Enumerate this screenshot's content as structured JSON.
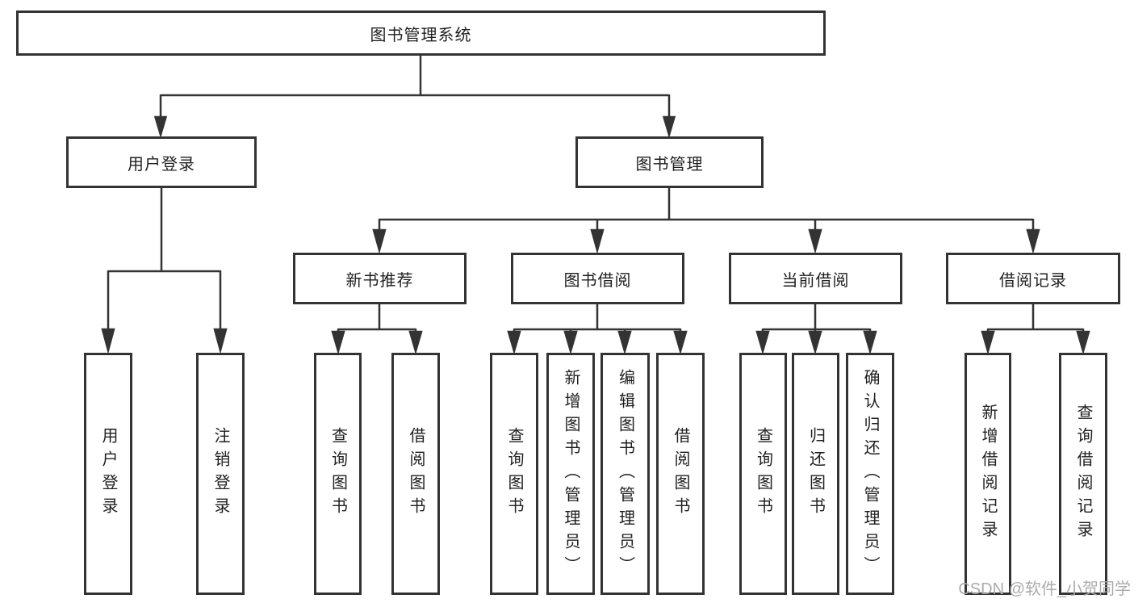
{
  "diagram": {
    "root": {
      "label": "图书管理系统"
    },
    "level2": [
      {
        "label": "用户登录"
      },
      {
        "label": "图书管理"
      }
    ],
    "level3": [
      {
        "label": "新书推荐"
      },
      {
        "label": "图书借阅"
      },
      {
        "label": "当前借阅"
      },
      {
        "label": "借阅记录"
      }
    ],
    "leaves": {
      "user_login": [
        "用户登录",
        "注销登录"
      ],
      "new_book_recommend": [
        "查询图书",
        "借阅图书"
      ],
      "book_borrow": [
        "查询图书",
        "新增图书（管理员）",
        "编辑图书（管理员）",
        "借阅图书"
      ],
      "current_borrow": [
        "查询图书",
        "归还图书",
        "确认归还（管理员）"
      ],
      "borrow_records": [
        "新增借阅记录",
        "查询借阅记录"
      ]
    }
  },
  "watermark": {
    "text": "CSDN @软件_小贺同学"
  },
  "colors": {
    "line": "#333333",
    "text": "#1f1f1f",
    "watermark": "#ababab",
    "background": "#ffffff"
  }
}
